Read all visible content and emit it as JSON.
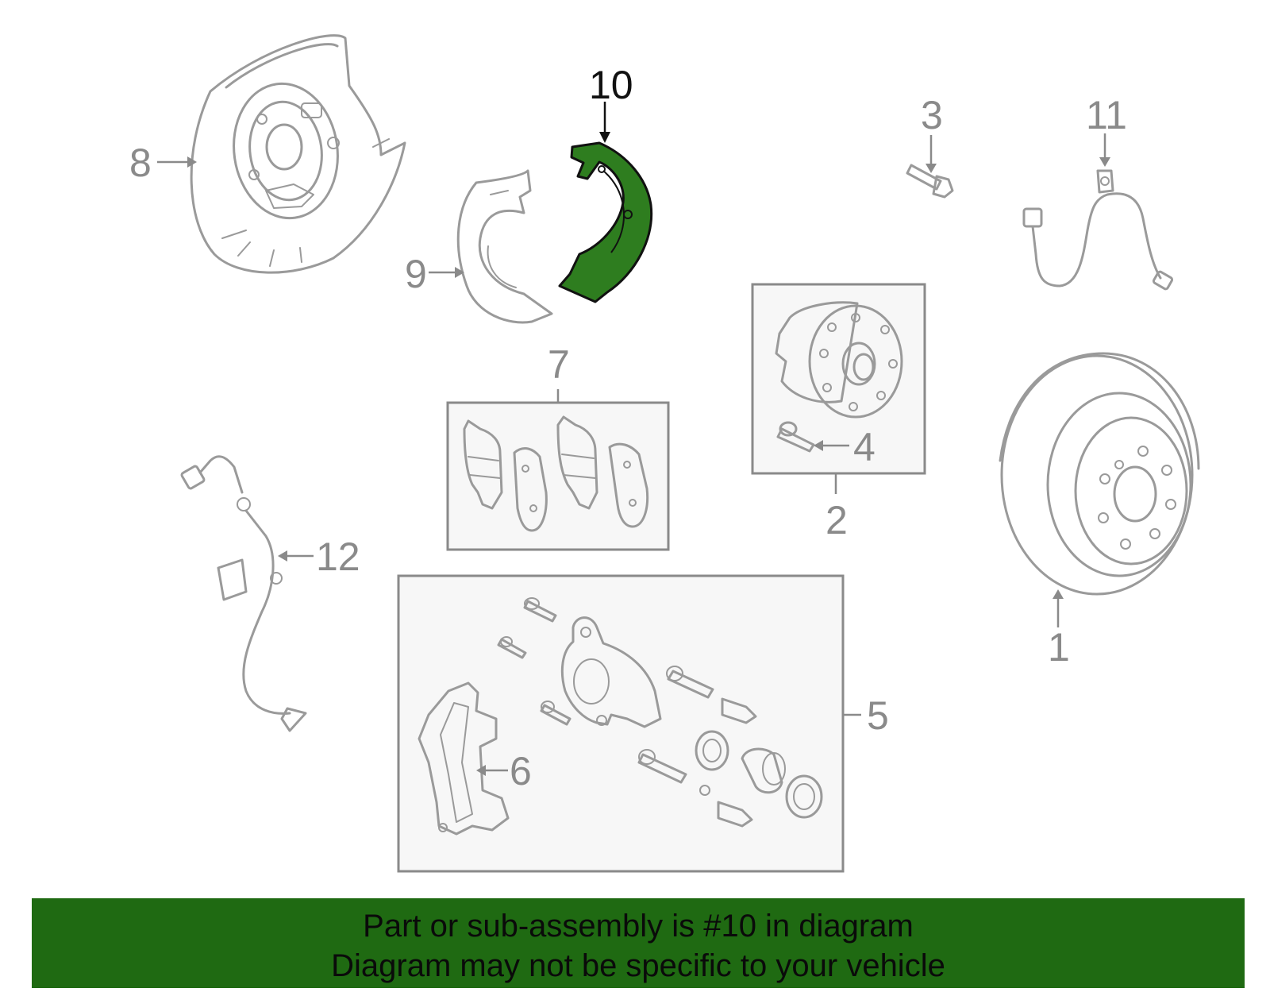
{
  "diagram": {
    "highlighted_part": "10",
    "highlight_color": "#2e7d1f",
    "callouts": {
      "p1": "1",
      "p2": "2",
      "p3": "3",
      "p4": "4",
      "p5": "5",
      "p6": "6",
      "p7": "7",
      "p8": "8",
      "p9": "9",
      "p10": "10",
      "p11": "11",
      "p12": "12"
    }
  },
  "banner": {
    "line1": "Part or sub-assembly is #10 in diagram",
    "line2": "Diagram may not be specific to your vehicle",
    "background": "#1f6a12"
  }
}
